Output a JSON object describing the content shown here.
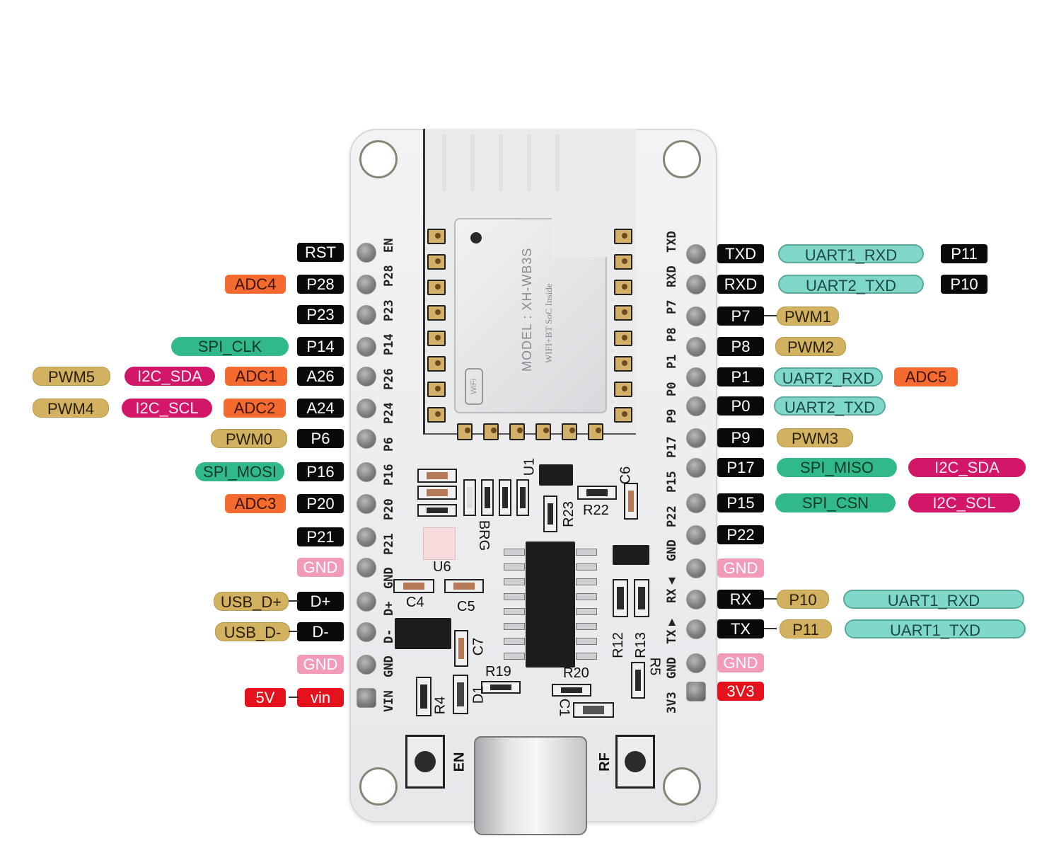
{
  "board": {
    "module_model": "MODEL : XH-WB3S",
    "module_sub": "WIFI+BT SoC Inside",
    "wifi_logo": "WiFi",
    "silkscreen_left": [
      "EN",
      "P28",
      "P23",
      "P14",
      "P26",
      "P24",
      "P6",
      "P16",
      "P20",
      "P21",
      "GND",
      "D+",
      "D-",
      "GND",
      "VIN"
    ],
    "silkscreen_right": [
      "TXD",
      "RXD",
      "P7",
      "P8",
      "P1",
      "P0",
      "P9",
      "P17",
      "P15",
      "P22",
      "GND",
      "RX▲",
      "TX▼",
      "GND",
      "3V3"
    ],
    "components": {
      "u1": "U1",
      "u6": "U6",
      "brg": "BRG",
      "r22": "R22",
      "r23": "R23",
      "c6": "C6",
      "c4": "C4",
      "c5": "C5",
      "c7": "C7",
      "r19": "R19",
      "r20": "R20",
      "r12": "R12",
      "r13": "R13",
      "r5": "R5",
      "r4": "R4",
      "d1": "D1",
      "c1": "C1"
    },
    "buttons": {
      "en": "EN",
      "rf": "RF"
    }
  },
  "colors": {
    "pin": "#0a0a0a",
    "gnd": "#f29bb8",
    "power": "#e5111d",
    "adc": "#f56a2e",
    "pwm": "#d2b161",
    "spi": "#32b98a",
    "i2c": "#d21769",
    "uart": "#80d8ca"
  },
  "left_pins": [
    {
      "pin": "RST",
      "functions": []
    },
    {
      "pin": "P28",
      "functions": [
        "ADC4"
      ]
    },
    {
      "pin": "P23",
      "functions": []
    },
    {
      "pin": "P14",
      "functions": [
        "SPI_CLK"
      ]
    },
    {
      "pin": "A26",
      "functions": [
        "ADC1",
        "I2C_SDA",
        "PWM5"
      ]
    },
    {
      "pin": "A24",
      "functions": [
        "ADC2",
        "I2C_SCL",
        "PWM4"
      ]
    },
    {
      "pin": "P6",
      "functions": [
        "PWM0"
      ]
    },
    {
      "pin": "P16",
      "functions": [
        "SPI_MOSI"
      ]
    },
    {
      "pin": "P20",
      "functions": [
        "ADC3"
      ]
    },
    {
      "pin": "P21",
      "functions": []
    },
    {
      "pin": "GND",
      "functions": []
    },
    {
      "pin": "D+",
      "functions": [
        "USB_D+"
      ]
    },
    {
      "pin": "D-",
      "functions": [
        "USB_D-"
      ]
    },
    {
      "pin": "GND",
      "functions": []
    },
    {
      "pin": "vin",
      "functions": [
        "5V"
      ]
    }
  ],
  "right_pins": [
    {
      "pin": "TXD",
      "functions": [
        "UART1_RXD",
        "P11"
      ]
    },
    {
      "pin": "RXD",
      "functions": [
        "UART2_TXD",
        "P10"
      ]
    },
    {
      "pin": "P7",
      "functions": [
        "PWM1"
      ]
    },
    {
      "pin": "P8",
      "functions": [
        "PWM2"
      ]
    },
    {
      "pin": "P1",
      "functions": [
        "UART2_RXD",
        "ADC5"
      ]
    },
    {
      "pin": "P0",
      "functions": [
        "UART2_TXD"
      ]
    },
    {
      "pin": "P9",
      "functions": [
        "PWM3"
      ]
    },
    {
      "pin": "P17",
      "functions": [
        "SPI_MISO",
        "I2C_SDA"
      ]
    },
    {
      "pin": "P15",
      "functions": [
        "SPI_CSN",
        "I2C_SCL"
      ]
    },
    {
      "pin": "P22",
      "functions": []
    },
    {
      "pin": "GND",
      "functions": []
    },
    {
      "pin": "RX",
      "functions": [
        "P10",
        "UART1_RXD"
      ]
    },
    {
      "pin": "TX",
      "functions": [
        "P11",
        "UART1_TXD"
      ]
    },
    {
      "pin": "GND",
      "functions": []
    },
    {
      "pin": "3V3",
      "functions": []
    }
  ]
}
